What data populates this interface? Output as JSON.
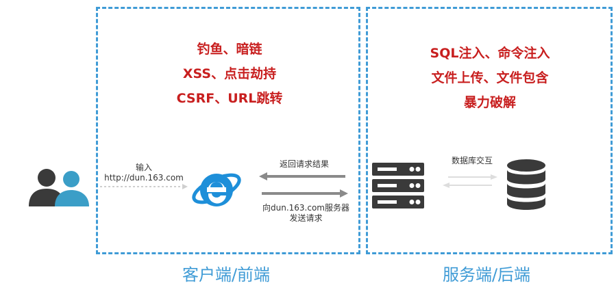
{
  "client": {
    "threats": [
      "钓鱼、暗链",
      "XSS、点击劫持",
      "CSRF、URL跳转"
    ],
    "section_label": "客户端/前端",
    "input_label": "输入",
    "input_url": "http://dun.163.com",
    "return_label": "返回请求结果",
    "send_label_1": "向dun.163.com服务器",
    "send_label_2": "发送请求"
  },
  "server": {
    "threats": [
      "SQL注入、命令注入",
      "文件上传、文件包含",
      "暴力破解"
    ],
    "section_label": "服务端/后端",
    "db_label": "数据库交互"
  },
  "colors": {
    "accent_blue": "#3f9bd6",
    "threat_red": "#c81f1f",
    "dark_icon": "#3a3a3a",
    "user_teal": "#3b9ec7",
    "ie_blue": "#1e8fd9"
  },
  "icons": [
    "users-icon",
    "ie-browser-icon",
    "server-icon",
    "database-icon"
  ]
}
